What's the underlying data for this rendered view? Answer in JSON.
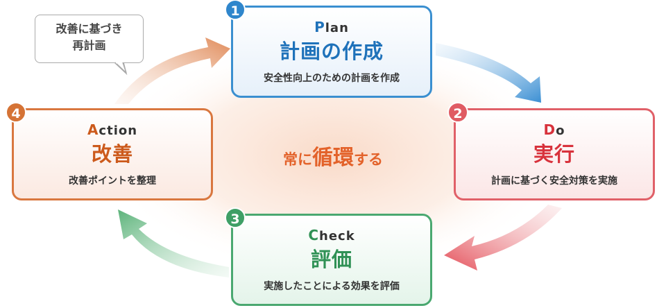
{
  "center_text": {
    "pre": "常に",
    "emphasis": "循環",
    "post": "する"
  },
  "bubble": {
    "line1": "改善に基づき",
    "line2": "再計画"
  },
  "steps": [
    {
      "number": "1",
      "en_first": "P",
      "en_rest": "lan",
      "title": "計画の作成",
      "description": "安全性向上のための計画を作成",
      "color": "#2f86cc"
    },
    {
      "number": "2",
      "en_first": "D",
      "en_rest": "o",
      "title": "実行",
      "description": "計画に基づく安全対策を実施",
      "color": "#e05b63"
    },
    {
      "number": "3",
      "en_first": "C",
      "en_rest": "heck",
      "title": "評価",
      "description": "実施したことによる効果を評価",
      "color": "#3f9f66"
    },
    {
      "number": "4",
      "en_first": "A",
      "en_rest": "ction",
      "title": "改善",
      "description": "改善ポイントを整理",
      "color": "#d57335"
    }
  ]
}
